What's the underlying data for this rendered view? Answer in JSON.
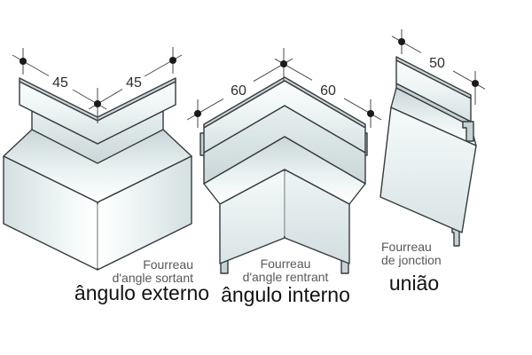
{
  "figure": {
    "background": "#ffffff",
    "palette": {
      "outline": "#363b3e",
      "metal_highlight": "#ffffff",
      "metal_light": "#eef4f5",
      "metal_mid": "#dce7e8",
      "metal_dark": "#c9d6d7",
      "dimension_line": "#4a4a4a",
      "caption_gray": "#585858",
      "caption_black": "#121212"
    },
    "pieces": [
      {
        "id": "external-corner",
        "dims": [
          "45",
          "45"
        ],
        "caption_fr": [
          "Fourreau",
          "d'angle sortant"
        ],
        "caption_pt": "ângulo externo"
      },
      {
        "id": "internal-corner",
        "dims": [
          "60",
          "60"
        ],
        "caption_fr": [
          "Fourreau",
          "d'angle rentrant"
        ],
        "caption_pt": "ângulo interno"
      },
      {
        "id": "junction",
        "dims": [
          "50"
        ],
        "caption_fr": [
          "Fourreau",
          "de jonction"
        ],
        "caption_pt": "união"
      }
    ]
  }
}
